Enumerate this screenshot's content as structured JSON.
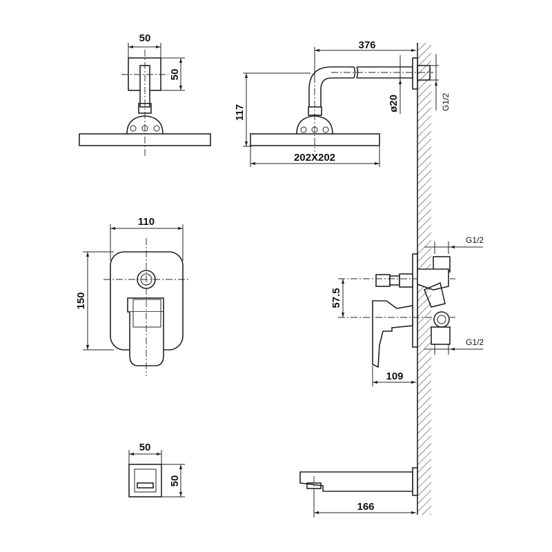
{
  "drawing": {
    "shower_head_front": {
      "width": "50",
      "height": "50"
    },
    "shower_head_side": {
      "arm_length": "376",
      "height": "117",
      "pipe_diameter": "ø20",
      "thread": "G1/2",
      "head_size": "202X202"
    },
    "mixer_front": {
      "width": "110",
      "height": "150"
    },
    "mixer_side": {
      "thread_top": "G1/2",
      "offset": "57.5",
      "thread_bottom": "G1/2",
      "depth": "109"
    },
    "spout_front": {
      "width": "50",
      "height": "50"
    },
    "spout_side": {
      "length": "166"
    }
  }
}
